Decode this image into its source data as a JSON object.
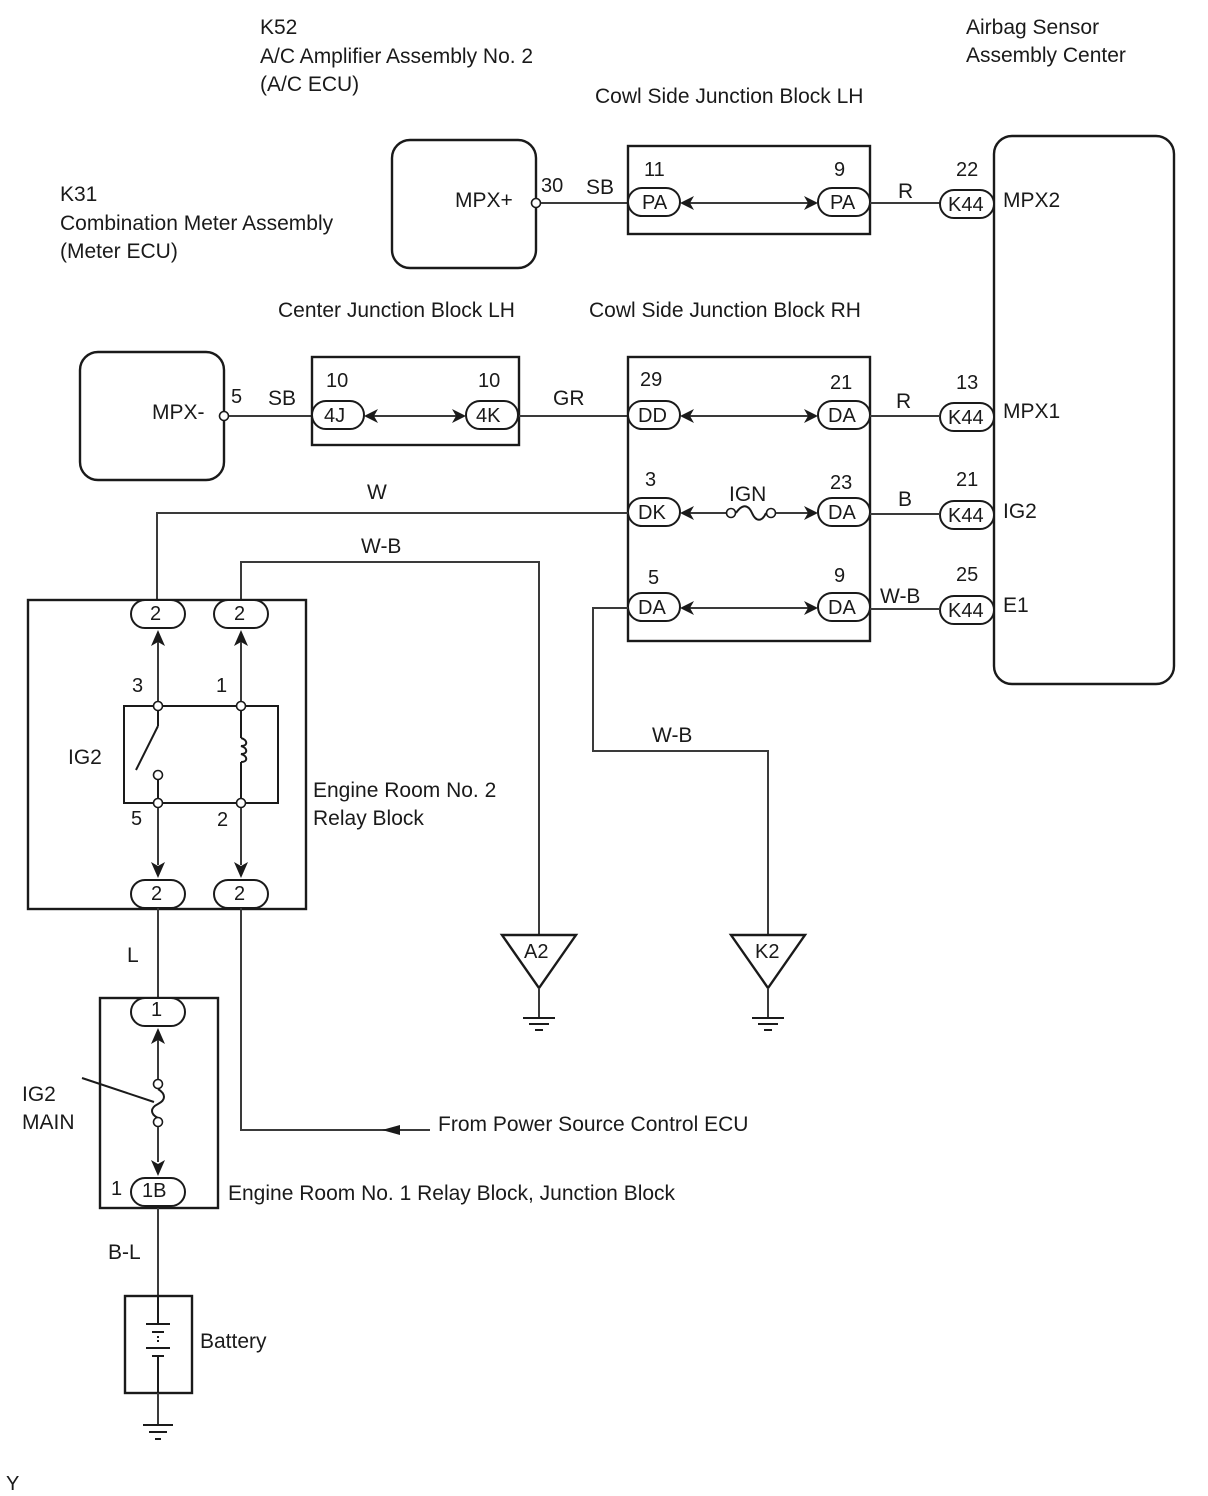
{
  "components": {
    "ac_ecu": {
      "code": "K52",
      "name": "A/C Amplifier Assembly No. 2",
      "sub": "(A/C ECU)",
      "terminal": "MPX+",
      "pin": "30"
    },
    "meter_ecu": {
      "code": "K31",
      "name": "Combination Meter Assembly",
      "sub": "(Meter ECU)",
      "terminal": "MPX-",
      "pin": "5"
    },
    "airbag": {
      "name_line1": "Airbag Sensor",
      "name_line2": "Assembly Center",
      "terminals": [
        {
          "pin": "22",
          "connector": "K44",
          "name": "MPX2"
        },
        {
          "pin": "13",
          "connector": "K44",
          "name": "MPX1"
        },
        {
          "pin": "21",
          "connector": "K44",
          "name": "IG2"
        },
        {
          "pin": "25",
          "connector": "K44",
          "name": "E1"
        }
      ]
    },
    "cowl_lh": {
      "title": "Cowl Side Junction Block LH",
      "left_pin": "11",
      "left_conn": "PA",
      "right_pin": "9",
      "right_conn": "PA"
    },
    "center_jb": {
      "title": "Center Junction Block LH",
      "left_pin": "10",
      "left_conn": "4J",
      "right_pin": "10",
      "right_conn": "4K"
    },
    "cowl_rh": {
      "title": "Cowl Side Junction Block RH",
      "rows": [
        {
          "left_pin": "29",
          "left_conn": "DD",
          "right_pin": "21",
          "right_conn": "DA",
          "mid": ""
        },
        {
          "left_pin": "3",
          "left_conn": "DK",
          "right_pin": "23",
          "right_conn": "DA",
          "mid": "IGN"
        },
        {
          "left_pin": "5",
          "left_conn": "DA",
          "right_pin": "9",
          "right_conn": "DA",
          "mid": ""
        }
      ]
    },
    "relay_block2": {
      "title_line1": "Engine Room No. 2",
      "title_line2": "Relay Block",
      "relay": "IG2",
      "top_conn": [
        "2",
        "2"
      ],
      "bottom_conn": [
        "2",
        "2"
      ],
      "pins": [
        "3",
        "1",
        "5",
        "2"
      ]
    },
    "relay_block1": {
      "title": "Engine Room No. 1 Relay Block, Junction Block",
      "fuse_line1": "IG2",
      "fuse_line2": "MAIN",
      "top_conn": "1",
      "bottom_pin": "1",
      "bottom_conn": "1B"
    },
    "battery": {
      "label": "Battery"
    },
    "grounds": [
      "A2",
      "K2"
    ],
    "power_source": "From Power Source Control ECU"
  },
  "wires": {
    "ac_to_cowl_lh": "SB",
    "cowl_lh_to_airbag": "R",
    "meter_to_center": "SB",
    "center_to_cowl_rh": "GR",
    "cowl_rh_to_mpx1": "R",
    "cowl_rh_to_ig2": "B",
    "cowl_rh_to_e1": "W-B",
    "relay_to_dk": "W",
    "relay_to_a2": "W-B",
    "cowl_rh_to_k2": "W-B",
    "relay_to_fuse": "L",
    "fuse_to_battery": "B-L"
  },
  "corner_mark": "Y"
}
